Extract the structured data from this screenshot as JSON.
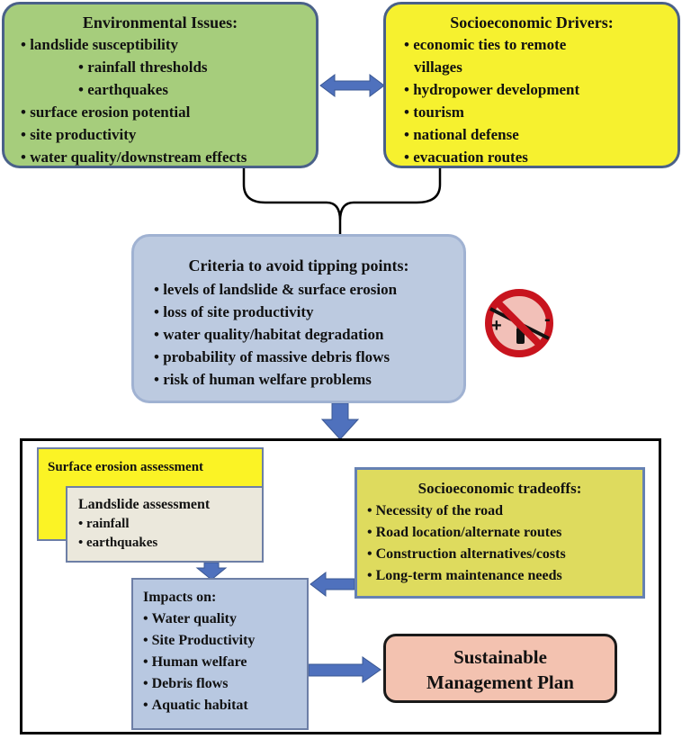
{
  "environmental": {
    "title": "Environmental Issues:",
    "items": [
      "landslide susceptibility",
      "rainfall thresholds",
      "earthquakes",
      "surface erosion potential",
      "site productivity",
      "water quality/downstream effects"
    ]
  },
  "socioeconomic": {
    "title": "Socioeconomic Drivers:",
    "items": [
      "economic ties to remote",
      "villages",
      "hydropower development",
      "tourism",
      "national defense",
      "evacuation routes"
    ]
  },
  "criteria": {
    "title": "Criteria to avoid tipping points:",
    "items": [
      "levels of landslide & surface erosion",
      "loss of site productivity",
      "water quality/habitat degradation",
      "probability of massive debris flows",
      "risk of human welfare problems"
    ]
  },
  "tipping_icon": {
    "plus": "+",
    "minus": "-",
    "icon": "no-tipping-point-icon",
    "circle_color": "#c8141e",
    "fill_color": "#f2c0b8"
  },
  "surface_erosion": {
    "title": "Surface erosion assessment"
  },
  "landslide": {
    "title": "Landslide assessment",
    "items": [
      "rainfall",
      "earthquakes"
    ]
  },
  "tradeoffs": {
    "title": "Socioeconomic tradeoffs:",
    "items": [
      "Necessity of the road",
      "Road location/alternate routes",
      "Construction alternatives/costs",
      "Long-term maintenance needs"
    ]
  },
  "impacts": {
    "title": "Impacts on:",
    "items": [
      "Water quality",
      "Site Productivity",
      "Human welfare",
      "Debris flows",
      "Aquatic habitat"
    ]
  },
  "plan": {
    "line1": "Sustainable",
    "line2": "Management Plan"
  },
  "colors": {
    "environmental": "#a6cd7c",
    "socioeconomic": "#f6f12f",
    "criteria": "#bccae0",
    "surface_erosion": "#fbf325",
    "landslide": "#ebe8dc",
    "tradeoffs": "#dedb5e",
    "impacts": "#b8c8e1",
    "plan": "#f3c2b0",
    "arrow": "#4f71bd"
  }
}
